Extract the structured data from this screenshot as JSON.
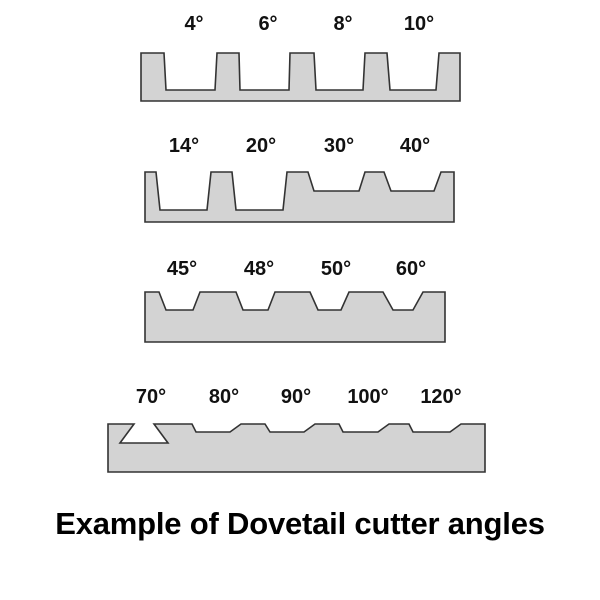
{
  "caption": "Example of Dovetail cutter angles",
  "colors": {
    "block_fill": "#d3d3d3",
    "block_stroke": "#333333",
    "label_color": "#111111",
    "background": "#ffffff"
  },
  "rows": [
    {
      "labels": [
        "4°",
        "6°",
        "8°",
        "10°"
      ]
    },
    {
      "labels": [
        "14°",
        "20°",
        "30°",
        "40°"
      ]
    },
    {
      "labels": [
        "45°",
        "48°",
        "50°",
        "60°"
      ]
    },
    {
      "labels": [
        "70°",
        "80°",
        "90°",
        "100°",
        "120°"
      ]
    }
  ]
}
